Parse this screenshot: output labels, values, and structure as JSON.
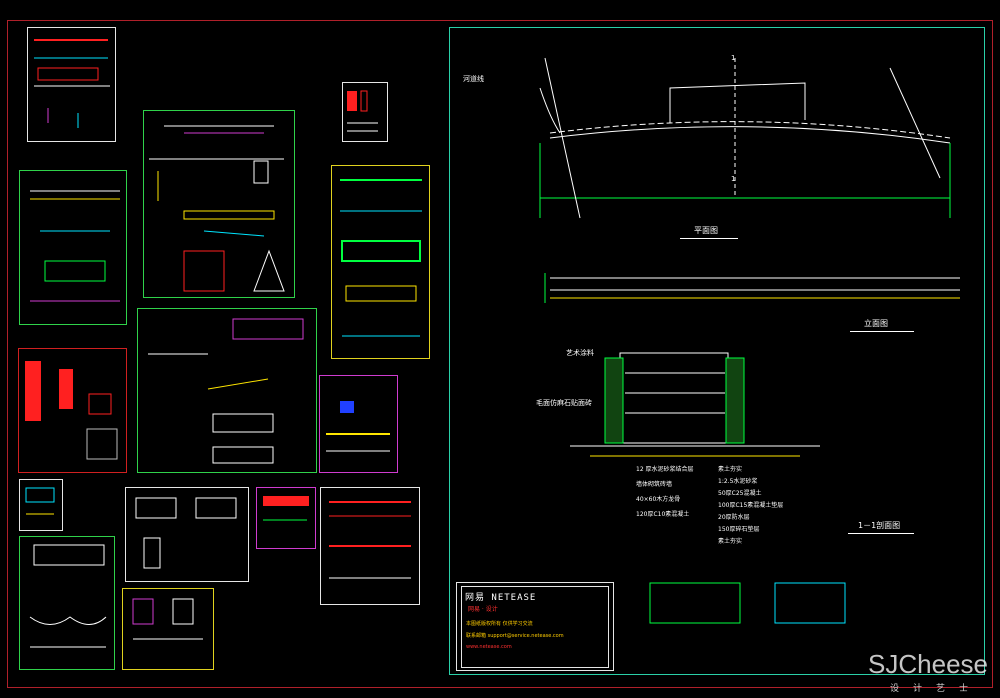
{
  "drawing": {
    "labels": {
      "plan_title": "平面图",
      "elevation_title": "立面图",
      "section_title": "1－1剖面图",
      "section_mark_top": "1",
      "section_mark_bottom": "1",
      "plan_callout": "河道线",
      "section_callout_left": "艺术涂料",
      "section_callout_mid": "毛面仿麻石贴面砖"
    },
    "spec_left": [
      "12  厚水泥砂浆结合层",
      "墙体砌筑砖墙",
      "40×60木方龙骨",
      "120厚C10素混凝土"
    ],
    "spec_right": [
      "素土夯实",
      "1:2.5水泥砂浆",
      "50厚C25混凝土",
      "100厚C15素混凝土垫层",
      "20厚防水层",
      "150厚碎石垫层",
      "素土夯实"
    ],
    "title_block": {
      "title": "网易  NETEASE",
      "subtitle": "网易 · 设计",
      "lines": [
        "本图纸版权所有 仅供学习交流",
        "联系邮箱 support@service.netease.com",
        "www.netease.com"
      ]
    }
  },
  "colors": {
    "frame": "#b0202a",
    "sheet_green": "#2fd24a",
    "sheet_yellow": "#e0d21e",
    "sheet_magenta": "#d03cd0",
    "sheet_red": "#d02020",
    "sheet_white": "#e6e6e6",
    "main_sheet": "#2ad0a8",
    "line_white": "#ffffff",
    "line_yellow": "#ffe600",
    "line_green": "#00ff40",
    "line_cyan": "#00e5ff",
    "line_red": "#ff2020"
  },
  "watermark": {
    "brand": "SJCheese",
    "sub": "设计艺士"
  }
}
